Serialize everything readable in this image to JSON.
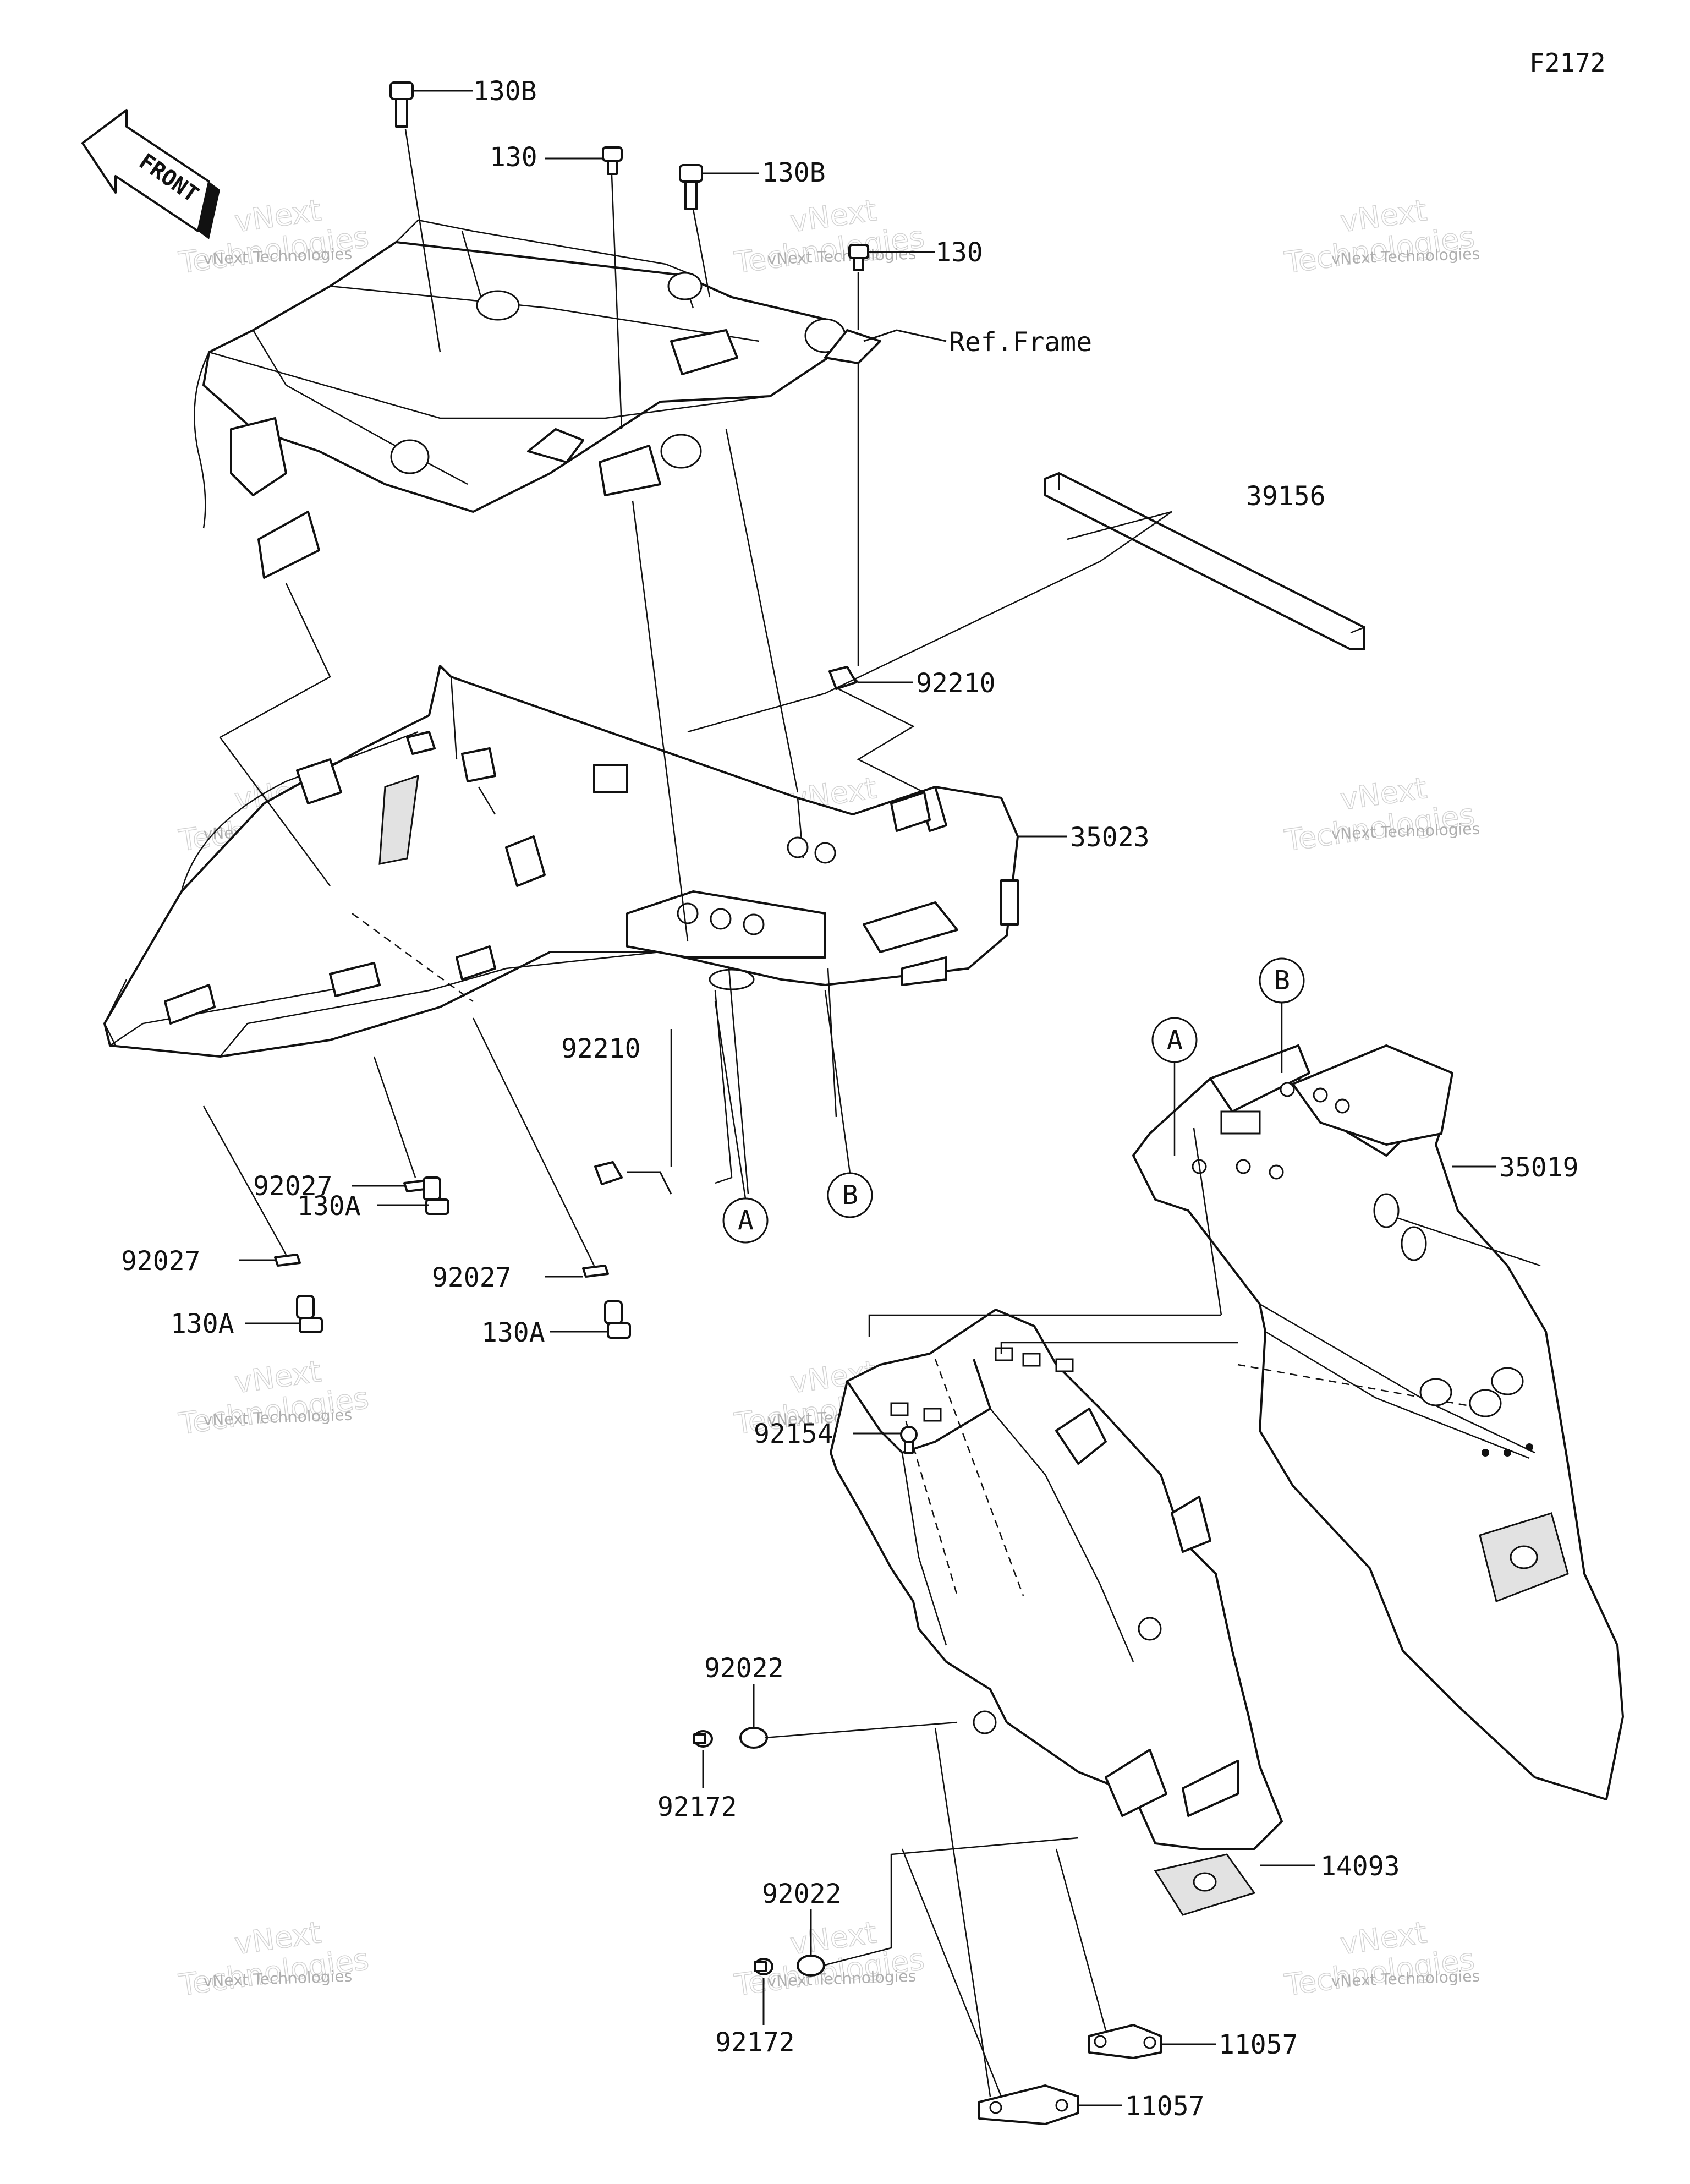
{
  "figure_id": "F2172",
  "front_label": "FRONT",
  "watermark": {
    "small": "vNext Technologies",
    "big_top": "vNext",
    "big_bottom": "Technologies"
  },
  "callouts": [
    {
      "id": "c1",
      "label": "130B"
    },
    {
      "id": "c2",
      "label": "130"
    },
    {
      "id": "c3",
      "label": "130B"
    },
    {
      "id": "c4",
      "label": "130"
    },
    {
      "id": "c5",
      "label": "Ref.Frame"
    },
    {
      "id": "c6",
      "label": "39156"
    },
    {
      "id": "c7",
      "label": "92210"
    },
    {
      "id": "c8",
      "label": "35023"
    },
    {
      "id": "c9",
      "label": "92210"
    },
    {
      "id": "c10",
      "label": "92027"
    },
    {
      "id": "c11",
      "label": "130A"
    },
    {
      "id": "c12",
      "label": "92027"
    },
    {
      "id": "c13",
      "label": "130A"
    },
    {
      "id": "c14",
      "label": "92027"
    },
    {
      "id": "c15",
      "label": "130A"
    },
    {
      "id": "c16",
      "label": "35019"
    },
    {
      "id": "c17",
      "label": "92154"
    },
    {
      "id": "c18",
      "label": "92022"
    },
    {
      "id": "c19",
      "label": "92172"
    },
    {
      "id": "c20",
      "label": "92022"
    },
    {
      "id": "c21",
      "label": "92172"
    },
    {
      "id": "c22",
      "label": "14093"
    },
    {
      "id": "c23",
      "label": "11057"
    },
    {
      "id": "c24",
      "label": "11057"
    }
  ],
  "reference_markers": [
    {
      "id": "m1",
      "letter": "B"
    },
    {
      "id": "m2",
      "letter": "A"
    },
    {
      "id": "m3",
      "letter": "A"
    },
    {
      "id": "m4",
      "letter": "B"
    }
  ]
}
